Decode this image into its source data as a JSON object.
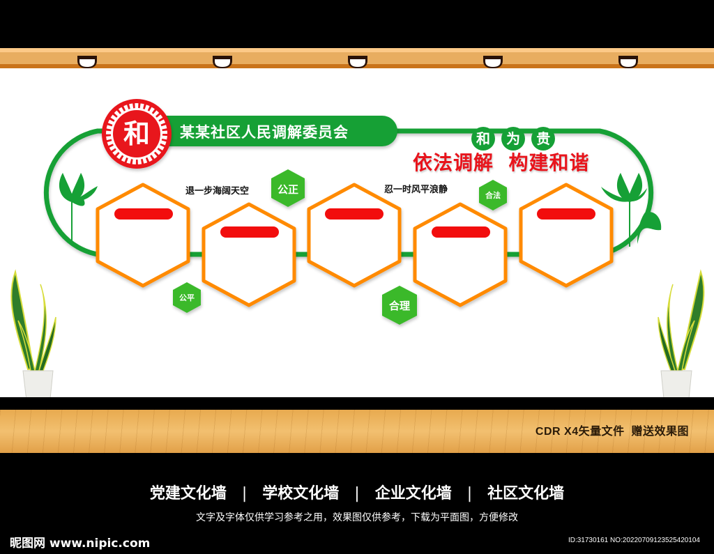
{
  "header": {
    "emblem_char": "和",
    "title": "某某社区人民调解委员会"
  },
  "slogan": {
    "circles": [
      "和",
      "为",
      "贵"
    ],
    "main": "依法调解  构建和谐"
  },
  "quotes": {
    "left": "退一步海阔天空",
    "right": "忍一时风平浪静"
  },
  "badges": [
    {
      "label": "公正"
    },
    {
      "label": "公平"
    },
    {
      "label": "合理"
    },
    {
      "label": "合法"
    }
  ],
  "panels": [
    {
      "id": 1
    },
    {
      "id": 2
    },
    {
      "id": 3
    },
    {
      "id": 4
    },
    {
      "id": 5
    }
  ],
  "floor_caption": "CDR X4矢量文件  赠送效果图",
  "footer": {
    "categories": [
      "党建文化墙",
      "学校文化墙",
      "企业文化墙",
      "社区文化墙"
    ],
    "separator": "|",
    "note": "文字及字体仅供学习参考之用，效果图仅供参考，下载为平面图，方便修改",
    "logo": "昵图网 www.nipic.com",
    "id_text": "ID:31730161 NO:20220709123525420104"
  },
  "colors": {
    "green": "#16a036",
    "badge_green": "#3bb92b",
    "orange": "#ff8a00",
    "red": "#e8141c",
    "rail": "#e8ad60"
  }
}
